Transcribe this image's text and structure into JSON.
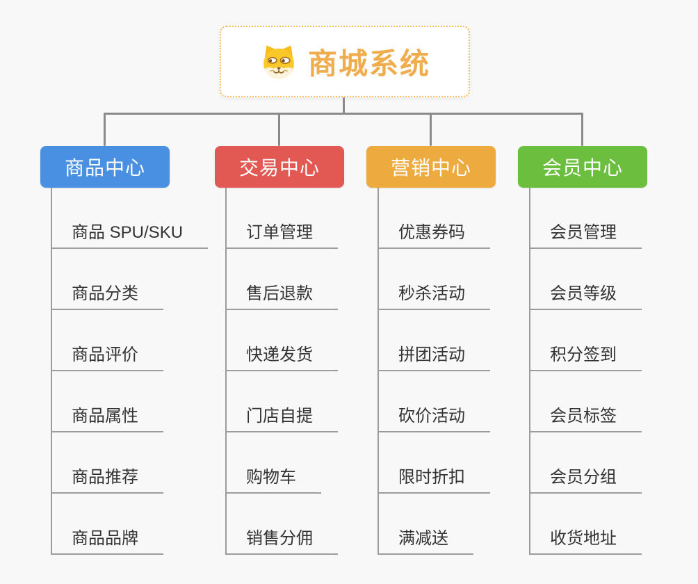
{
  "root": {
    "title": "商城系统",
    "icon": "dog-face-icon",
    "border_color": "#f3bd63",
    "title_color": "#f0ad4d"
  },
  "connector_color": "#8a8a8a",
  "leaf_line_color": "#9c9c9c",
  "background_color": "#f8f8f8",
  "branches": [
    {
      "label": "商品中心",
      "color": "#4a90e2",
      "items": [
        "商品 SPU/SKU",
        "商品分类",
        "商品评价",
        "商品属性",
        "商品推荐",
        "商品品牌"
      ]
    },
    {
      "label": "交易中心",
      "color": "#e25852",
      "items": [
        "订单管理",
        "售后退款",
        "快递发货",
        "门店自提",
        "购物车",
        "销售分佣"
      ]
    },
    {
      "label": "营销中心",
      "color": "#edaa3e",
      "items": [
        "优惠券码",
        "秒杀活动",
        "拼团活动",
        "砍价活动",
        "限时折扣",
        "满减送"
      ]
    },
    {
      "label": "会员中心",
      "color": "#6cbe3f",
      "items": [
        "会员管理",
        "会员等级",
        "积分签到",
        "会员标签",
        "会员分组",
        "收货地址"
      ]
    }
  ]
}
